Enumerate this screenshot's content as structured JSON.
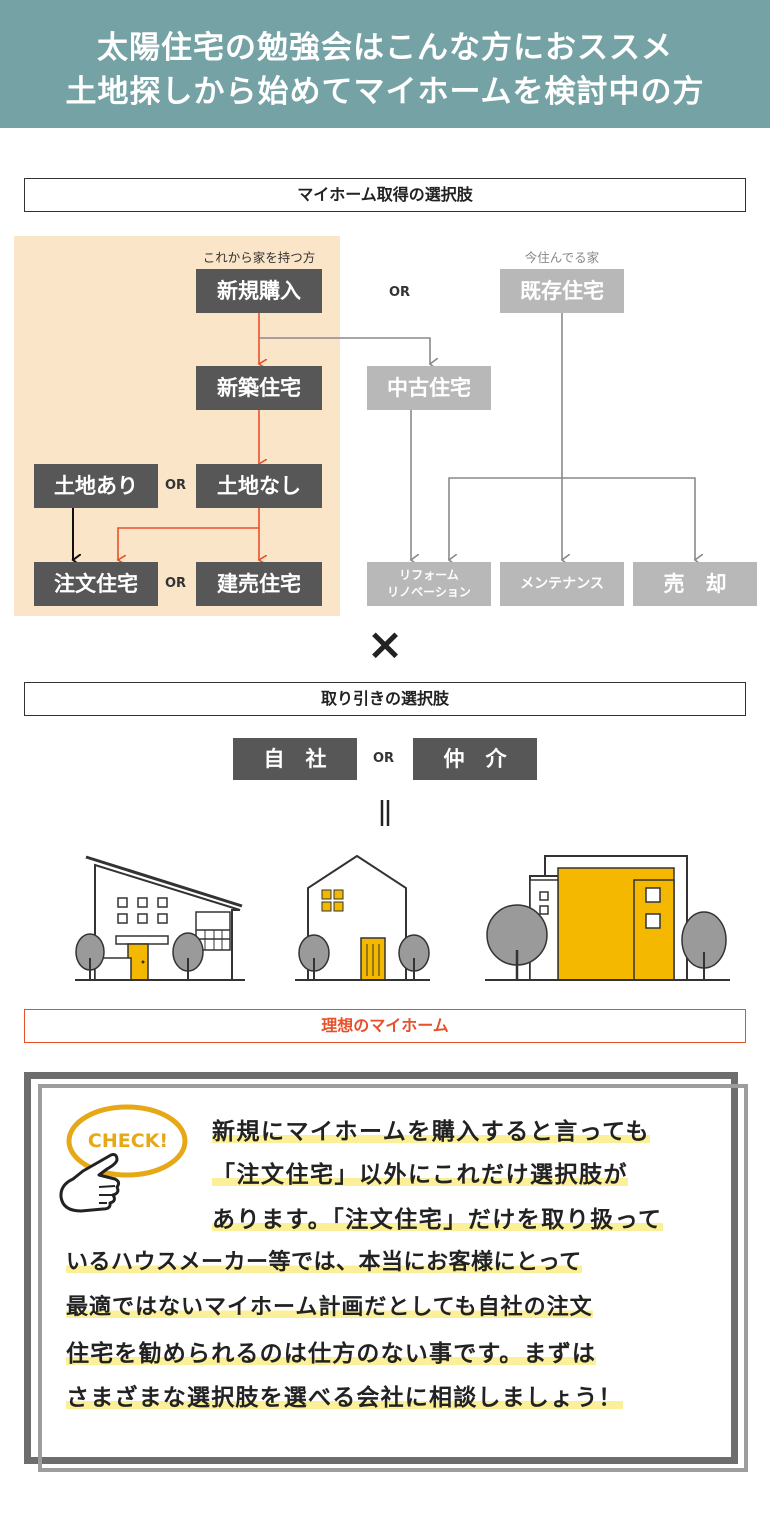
{
  "header": {
    "line1": "太陽住宅の勉強会はこんな方におススメ",
    "line2": "土地探しから始めてマイホームを検討中の方"
  },
  "section1_title": "マイホーム取得の選択肢",
  "flow": {
    "left_caption": "これから家を持つ方",
    "right_caption": "今住んでる家",
    "new_purchase": "新規購入",
    "existing_house": "既存住宅",
    "new_build": "新築住宅",
    "used_house": "中古住宅",
    "with_land": "土地あり",
    "without_land": "土地なし",
    "custom_house": "注文住宅",
    "ready_built": "建売住宅",
    "reform_line1": "リフォーム",
    "reform_line2": "リノベーション",
    "maintenance": "メンテナンス",
    "sell": "売　却",
    "or": "OR"
  },
  "times_symbol": "×",
  "section2_title": "取り引きの選択肢",
  "deal": {
    "self": "自　社",
    "agent": "仲　介",
    "or": "OR",
    "equals": "॥"
  },
  "ideal_label": "理想のマイホーム",
  "check": {
    "badge": "CHECK!",
    "lines": [
      "新規にマイホームを購入すると言っても",
      "「注文住宅」以外にこれだけ選択肢が",
      "あります。「注文住宅」だけを取り扱って",
      "いるハウスメーカー等では、本当にお客様にとって",
      "最適ではないマイホーム計画だとしても自社の注文",
      "住宅を勧められるのは仕方のない事です。まずは",
      "さまざまな選択肢を選べる会社に相談しましょう！"
    ]
  },
  "colors": {
    "header_bg": "#75a2a5",
    "dark_box": "#575757",
    "gray_box": "#b8b8b8",
    "accent_orange": "#e8502a",
    "peach_bg": "#fbe5c8",
    "house_yellow": "#f5b800",
    "highlight": "#fbf098"
  }
}
